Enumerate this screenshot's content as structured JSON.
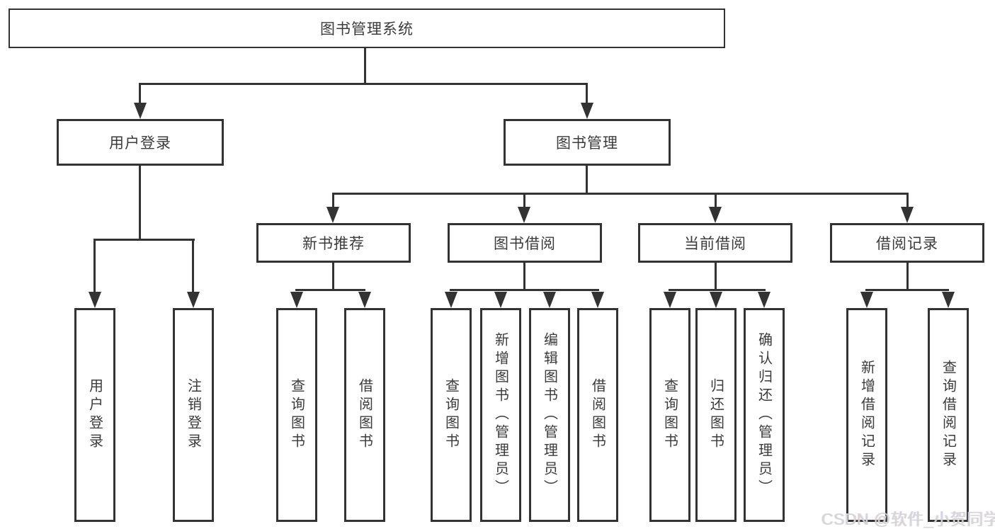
{
  "tree": {
    "root": {
      "label": "图书管理系统"
    },
    "level1": [
      {
        "label": "用户登录"
      },
      {
        "label": "图书管理"
      }
    ],
    "level2": [
      {
        "label": "新书推荐"
      },
      {
        "label": "图书借阅"
      },
      {
        "label": "当前借阅"
      },
      {
        "label": "借阅记录"
      }
    ],
    "leaves": [
      {
        "label": "用户登录"
      },
      {
        "label": "注销登录"
      },
      {
        "label": "查询图书"
      },
      {
        "label": "借阅图书"
      },
      {
        "label": "查询图书"
      },
      {
        "label": "新增图书（管理员）"
      },
      {
        "label": "编辑图书（管理员）"
      },
      {
        "label": "借阅图书"
      },
      {
        "label": "查询图书"
      },
      {
        "label": "归还图书"
      },
      {
        "label": "确认归还（管理员）"
      },
      {
        "label": "新增借阅记录"
      },
      {
        "label": "查询借阅记录"
      }
    ]
  },
  "watermark": "CSDN @软件_小贺同学",
  "colors": {
    "line": "#333333",
    "text": "#3b3b3b",
    "background": "#ffffff",
    "watermark": "#d5d5d8"
  }
}
